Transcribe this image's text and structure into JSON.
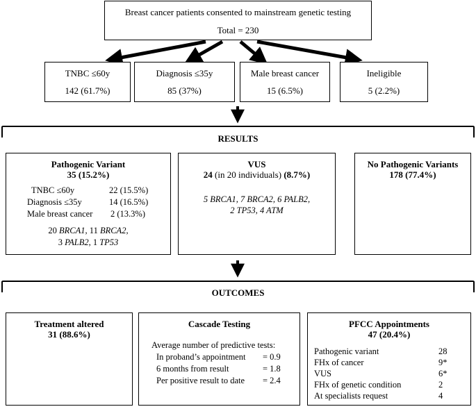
{
  "top_box": {
    "title": "Breast cancer patients consented to mainstream genetic testing",
    "total": "Total = 230"
  },
  "categories": [
    {
      "label": "TNBC ≤60y",
      "value": "142 (61.7%)"
    },
    {
      "label": "Diagnosis ≤35y",
      "value": "85 (37%)"
    },
    {
      "label": "Male breast cancer",
      "value": "15 (6.5%)"
    },
    {
      "label": "Ineligible",
      "value": "5 (2.2%)"
    }
  ],
  "results": {
    "heading": "RESULTS",
    "pathogenic": {
      "title": "Pathogenic Variant",
      "count": "35 (15.2%)",
      "rows": [
        {
          "label": "TNBC ≤60y",
          "value": "22 (15.5%)"
        },
        {
          "label": "Diagnosis ≤35y",
          "value": "14 (16.5%)"
        },
        {
          "label": "Male breast cancer",
          "value": "2 (13.3%)"
        }
      ],
      "genes_line1": {
        "n1": "20 ",
        "g1": "BRCA1",
        "n2": ", 11 ",
        "g2": "BRCA2",
        "end": ","
      },
      "genes_line2": {
        "n1": "3 ",
        "g1": "PALB2",
        "n2": ", 1 ",
        "g2": "TP53"
      }
    },
    "vus": {
      "title": "VUS",
      "count_a": "24",
      "count_b": " (in 20 individuals) ",
      "count_c": "(8.7%)",
      "genes_line1": "5 BRCA1, 7 BRCA2, 6 PALB2,",
      "genes_line2": "2 TP53, 4 ATM"
    },
    "none": {
      "title": "No Pathogenic Variants",
      "count": "178 (77.4%)"
    }
  },
  "outcomes": {
    "heading": "OUTCOMES",
    "treatment": {
      "title": "Treatment altered",
      "count": "31 (88.6%)"
    },
    "cascade": {
      "title": "Cascade Testing",
      "subtitle": "Average number of predictive tests:",
      "rows": [
        {
          "label": "In proband’s appointment",
          "value": "= 0.9"
        },
        {
          "label": "6 months from result",
          "value": "= 1.8"
        },
        {
          "label": "Per positive result to date",
          "value": "= 2.4"
        }
      ]
    },
    "pfcc": {
      "title": "PFCC Appointments",
      "count": "47 (20.4%)",
      "rows": [
        {
          "label": "Pathogenic variant",
          "value": "28"
        },
        {
          "label": "FHx of cancer",
          "value": "9*"
        },
        {
          "label": "VUS",
          "value": "6*"
        },
        {
          "label": "FHx of genetic condition",
          "value": "2"
        },
        {
          "label": "At specialists request",
          "value": "4"
        }
      ]
    }
  }
}
